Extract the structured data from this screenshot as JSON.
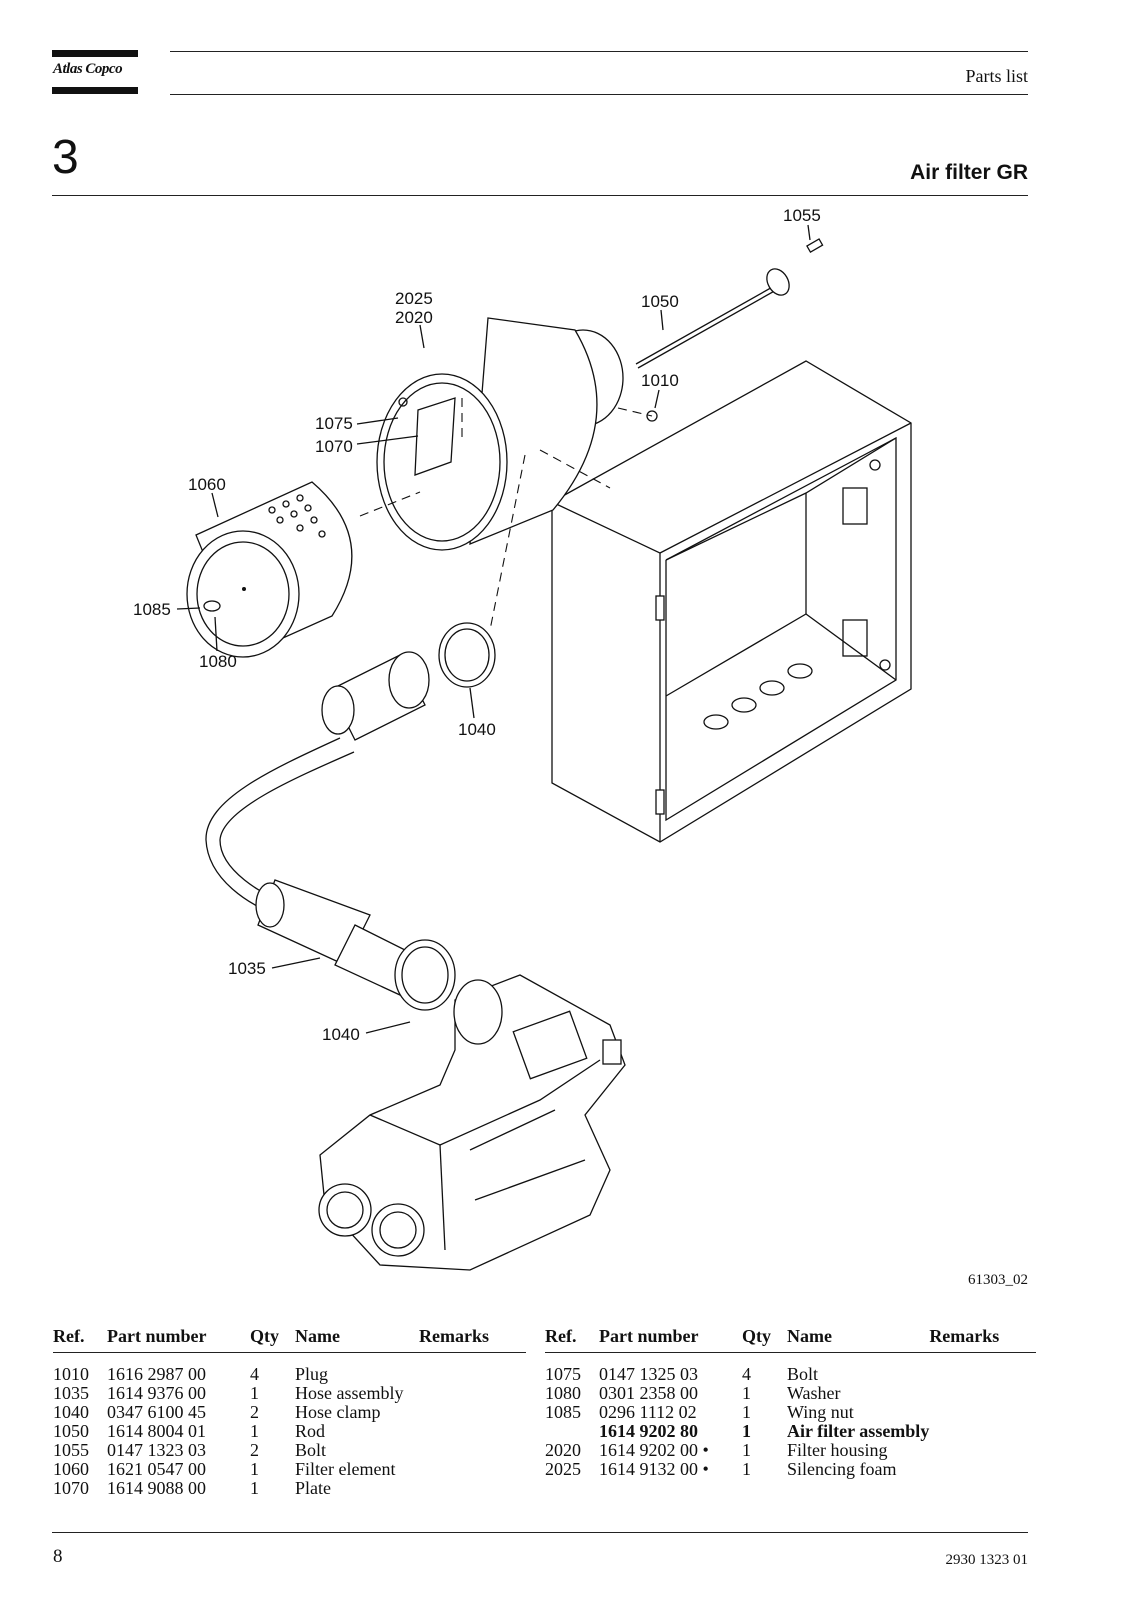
{
  "header": {
    "logo_text": "Atlas Copco",
    "section": "Parts list"
  },
  "chapter": {
    "number": "3",
    "title": "Air filter GR"
  },
  "drawing": {
    "id": "61303_02",
    "callouts": [
      "1055",
      "2025",
      "2020",
      "1050",
      "1010",
      "1075",
      "1070",
      "1060",
      "1085",
      "1080",
      "1040",
      "1035",
      "1040"
    ]
  },
  "table": {
    "headers": {
      "ref": "Ref.",
      "part_number": "Part number",
      "qty": "Qty",
      "name": "Name",
      "remarks": "Remarks"
    },
    "left": [
      {
        "ref": "1010",
        "part_number": "1616 2987 00",
        "qty": "4",
        "name": "Plug",
        "remarks": ""
      },
      {
        "ref": "1035",
        "part_number": "1614 9376 00",
        "qty": "1",
        "name": "Hose assembly",
        "remarks": ""
      },
      {
        "ref": "1040",
        "part_number": "0347 6100 45",
        "qty": "2",
        "name": "Hose clamp",
        "remarks": ""
      },
      {
        "ref": "1050",
        "part_number": "1614 8004 01",
        "qty": "1",
        "name": "Rod",
        "remarks": ""
      },
      {
        "ref": "1055",
        "part_number": "0147 1323 03",
        "qty": "2",
        "name": "Bolt",
        "remarks": ""
      },
      {
        "ref": "1060",
        "part_number": "1621 0547 00",
        "qty": "1",
        "name": "Filter element",
        "remarks": ""
      },
      {
        "ref": "1070",
        "part_number": "1614 9088 00",
        "qty": "1",
        "name": "Plate",
        "remarks": ""
      }
    ],
    "right": [
      {
        "ref": "1075",
        "part_number": "0147 1325 03",
        "qty": "4",
        "name": "Bolt",
        "remarks": ""
      },
      {
        "ref": "1080",
        "part_number": "0301 2358 00",
        "qty": "1",
        "name": "Washer",
        "remarks": ""
      },
      {
        "ref": "1085",
        "part_number": "0296 1112 02",
        "qty": "1",
        "name": "Wing nut",
        "remarks": ""
      },
      {
        "ref": "",
        "part_number": "1614 9202 80",
        "qty": "1",
        "name": "Air filter assembly",
        "remarks": ""
      },
      {
        "ref": "2020",
        "part_number": "1614 9202 00 •",
        "qty": "1",
        "name": "Filter housing",
        "remarks": ""
      },
      {
        "ref": "2025",
        "part_number": "1614 9132 00 •",
        "qty": "1",
        "name": "Silencing foam",
        "remarks": ""
      }
    ]
  },
  "footer": {
    "page_number": "8",
    "doc_number": "2930 1323 01"
  }
}
